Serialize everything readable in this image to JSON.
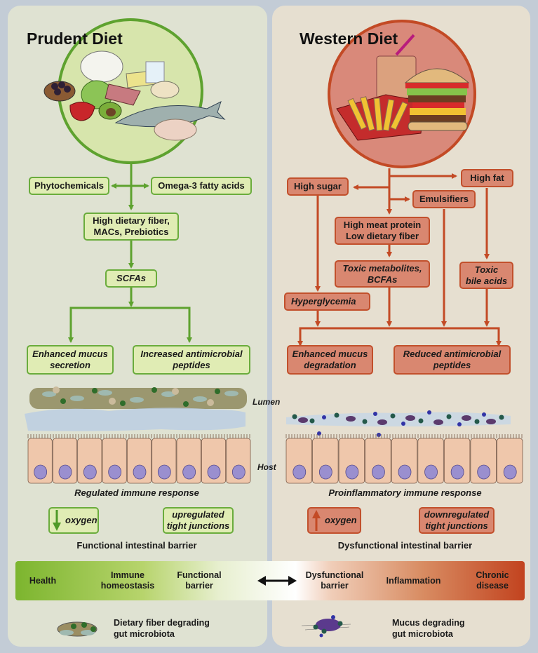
{
  "left": {
    "title": "Prudent Diet",
    "food_image": "healthy-food-illustration",
    "boxes": {
      "phytochemicals": "Phytochemicals",
      "omega3": "Omega-3 fatty acids",
      "fiber_line1": "High dietary fiber,",
      "fiber_line2": "MACs, Prebiotics",
      "scfas": "SCFAs",
      "mucus_line1": "Enhanced mucus",
      "mucus_line2": "secretion",
      "amp_line1": "Increased antimicrobial",
      "amp_line2": "peptides"
    },
    "lumen_label": "Lumen",
    "host_label": "Host",
    "immune_response": "Regulated immune response",
    "oxygen_label": "oxygen",
    "oxygen_direction": "down",
    "tj_line1": "upregulated",
    "tj_line2": "tight junctions",
    "barrier_caption": "Functional intestinal barrier",
    "legend_line1": "Dietary fiber degrading",
    "legend_line2": "gut microbiota"
  },
  "right": {
    "title": "Western Diet",
    "food_image": "fast-food-illustration",
    "boxes": {
      "high_sugar": "High sugar",
      "high_fat": "High fat",
      "emulsifiers": "Emulsifiers",
      "meat_line1": "High meat protein",
      "meat_line2": "Low dietary fiber",
      "toxic_met_line1": "Toxic metabolites,",
      "toxic_met_line2": "BCFAs",
      "toxic_bile_line1": "Toxic",
      "toxic_bile_line2": "bile acids",
      "hyperglycemia": "Hyperglycemia",
      "mucus_line1": "Enhanced mucus",
      "mucus_line2": "degradation",
      "amp_line1": "Reduced antimicrobial",
      "amp_line2": "peptides"
    },
    "immune_response": "Proinflammatory immune response",
    "oxygen_label": "oxygen",
    "oxygen_direction": "up",
    "tj_line1": "downregulated",
    "tj_line2": "tight junctions",
    "barrier_caption": "Dysfunctional intestinal barrier",
    "legend_line1": "Mucus degrading",
    "legend_line2": "gut microbiota"
  },
  "spectrum": {
    "items": [
      {
        "line1": "Health",
        "line2": ""
      },
      {
        "line1": "Immune",
        "line2": "homeostasis"
      },
      {
        "line1": "Functional",
        "line2": "barrier"
      },
      {
        "line1": "Dysfunctional",
        "line2": "barrier"
      },
      {
        "line1": "Inflammation",
        "line2": ""
      },
      {
        "line1": "Chronic",
        "line2": "disease"
      }
    ],
    "arrow": "double-headed-arrow",
    "colors": {
      "healthy": "#7cb52e",
      "disease": "#c2431f"
    }
  },
  "colors": {
    "green_accent": "#6aac3c",
    "green_box": "#e0ecb4",
    "red_accent": "#c2502c",
    "red_box": "#d98770"
  }
}
